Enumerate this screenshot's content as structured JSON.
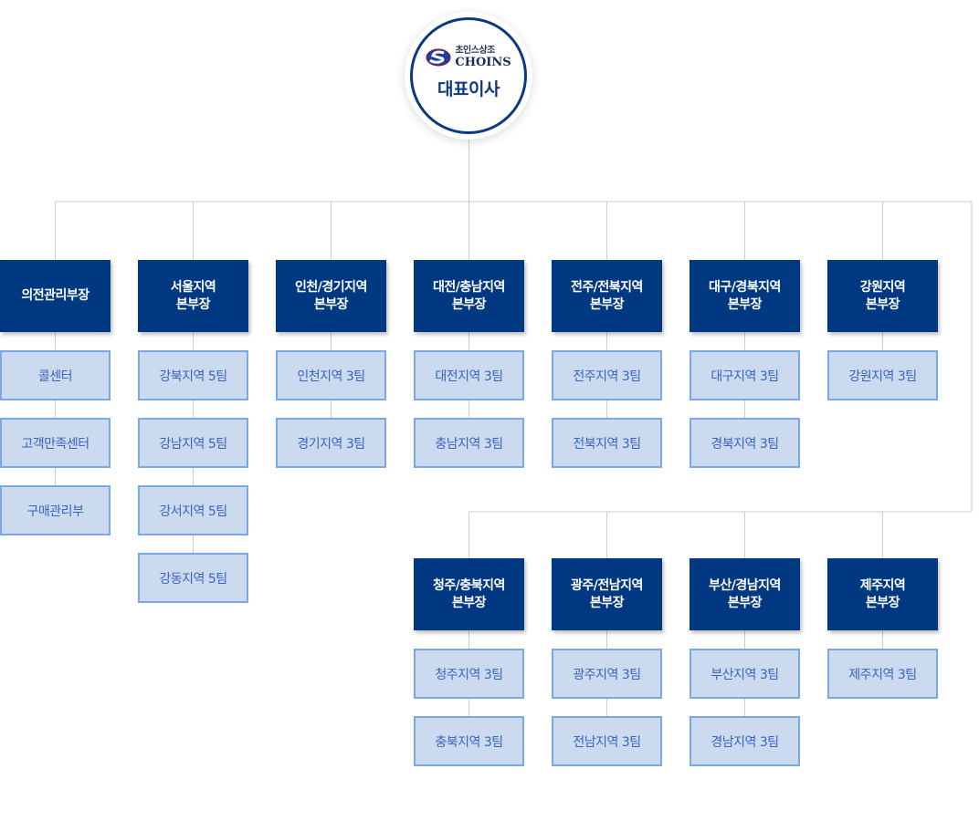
{
  "root": {
    "logo_korean": "초인스상조",
    "logo_english": "CHOINS",
    "title": "대표이사"
  },
  "row1": [
    {
      "head": [
        "의전관리부장"
      ],
      "subs": [
        "콜센터",
        "고객만족센터",
        "구매관리부"
      ]
    },
    {
      "head": [
        "서울지역",
        "본부장"
      ],
      "subs": [
        "강북지역 5팀",
        "강남지역 5팀",
        "강서지역 5팀",
        "강동지역 5팀"
      ]
    },
    {
      "head": [
        "인천/경기지역",
        "본부장"
      ],
      "subs": [
        "인천지역 3팀",
        "경기지역 3팀"
      ]
    },
    {
      "head": [
        "대전/충남지역",
        "본부장"
      ],
      "subs": [
        "대전지역 3팀",
        "충남지역 3팀"
      ]
    },
    {
      "head": [
        "전주/전북지역",
        "본부장"
      ],
      "subs": [
        "전주지역 3팀",
        "전북지역 3팀"
      ]
    },
    {
      "head": [
        "대구/경북지역",
        "본부장"
      ],
      "subs": [
        "대구지역 3팀",
        "경북지역 3팀"
      ]
    },
    {
      "head": [
        "강원지역",
        "본부장"
      ],
      "subs": [
        "강원지역 3팀"
      ]
    }
  ],
  "row2": [
    {
      "head": [
        "청주/충북지역",
        "본부장"
      ],
      "subs": [
        "청주지역 3팀",
        "충북지역 3팀"
      ]
    },
    {
      "head": [
        "광주/전남지역",
        "본부장"
      ],
      "subs": [
        "광주지역 3팀",
        "전남지역 3팀"
      ]
    },
    {
      "head": [
        "부산/경남지역",
        "본부장"
      ],
      "subs": [
        "부산지역 3팀",
        "경남지역 3팀"
      ]
    },
    {
      "head": [
        "제주지역",
        "본부장"
      ],
      "subs": [
        "제주지역 3팀"
      ]
    }
  ],
  "colors": {
    "head_bg": "#003882",
    "sub_bg": "#ccdaef",
    "sub_border": "#7aa7e6",
    "sub_text": "#3a65bc",
    "line": "#cccccc"
  }
}
